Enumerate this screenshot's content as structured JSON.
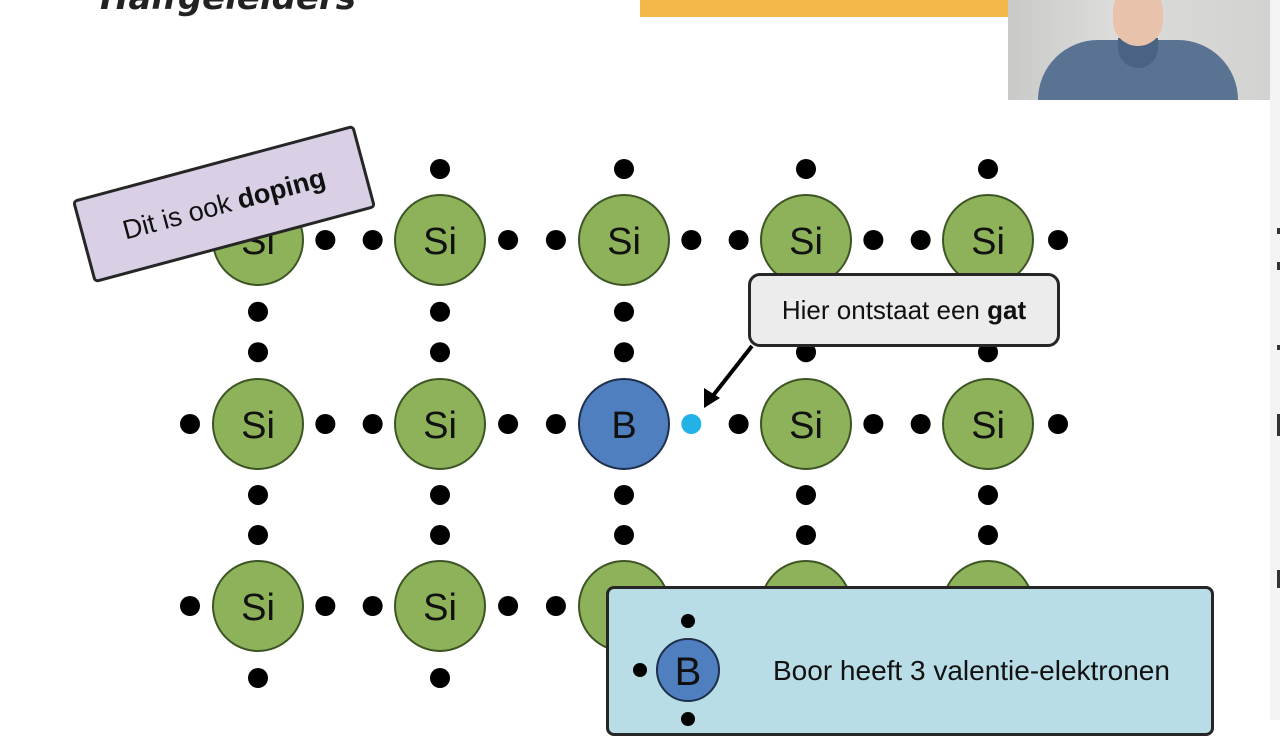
{
  "slide": {
    "title": "Halfgeleiders"
  },
  "lattice": {
    "columns_x": [
      258,
      440,
      624,
      806,
      988
    ],
    "rows_y": [
      240,
      424,
      606
    ],
    "atoms": [
      {
        "row": 0,
        "col": 0,
        "label": "Si",
        "kind": "silicon"
      },
      {
        "row": 0,
        "col": 1,
        "label": "Si",
        "kind": "silicon"
      },
      {
        "row": 0,
        "col": 2,
        "label": "Si",
        "kind": "silicon"
      },
      {
        "row": 0,
        "col": 3,
        "label": "Si",
        "kind": "silicon"
      },
      {
        "row": 0,
        "col": 4,
        "label": "Si",
        "kind": "silicon"
      },
      {
        "row": 1,
        "col": 0,
        "label": "Si",
        "kind": "silicon"
      },
      {
        "row": 1,
        "col": 1,
        "label": "Si",
        "kind": "silicon"
      },
      {
        "row": 1,
        "col": 2,
        "label": "B",
        "kind": "boron"
      },
      {
        "row": 1,
        "col": 3,
        "label": "Si",
        "kind": "silicon"
      },
      {
        "row": 1,
        "col": 4,
        "label": "Si",
        "kind": "silicon"
      },
      {
        "row": 2,
        "col": 0,
        "label": "Si",
        "kind": "silicon"
      },
      {
        "row": 2,
        "col": 1,
        "label": "Si",
        "kind": "silicon"
      },
      {
        "row": 2,
        "col": 2,
        "label": "",
        "kind": "silicon"
      },
      {
        "row": 2,
        "col": 3,
        "label": "",
        "kind": "silicon"
      },
      {
        "row": 2,
        "col": 4,
        "label": "",
        "kind": "silicon"
      }
    ],
    "colors": {
      "silicon": "#8db259",
      "boron": "#4f7fbf",
      "electron": "#000000",
      "hole": "#22b2e6"
    }
  },
  "callouts": {
    "doping": {
      "prefix": "Dit is ook ",
      "bold": "doping"
    },
    "hole": {
      "prefix": "Hier ontstaat een ",
      "bold": "gat"
    }
  },
  "info": {
    "atom_label": "B",
    "text": "Boor heeft 3 valentie-elektronen"
  }
}
